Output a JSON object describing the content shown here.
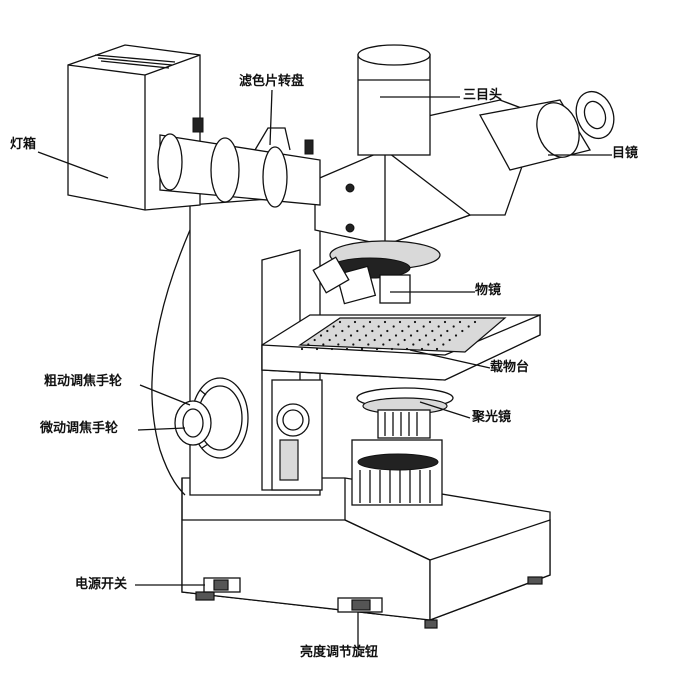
{
  "labels": {
    "lamp_box": "灯箱",
    "filter_turret": "滤色片转盘",
    "trinocular_head": "三目头",
    "eyepiece": "目镜",
    "objective": "物镜",
    "stage": "载物台",
    "condenser": "聚光镜",
    "coarse_focus": "粗动调焦手轮",
    "fine_focus": "微动调焦手轮",
    "power_switch": "电源开关",
    "brightness_knob": "亮度调节旋钮"
  }
}
